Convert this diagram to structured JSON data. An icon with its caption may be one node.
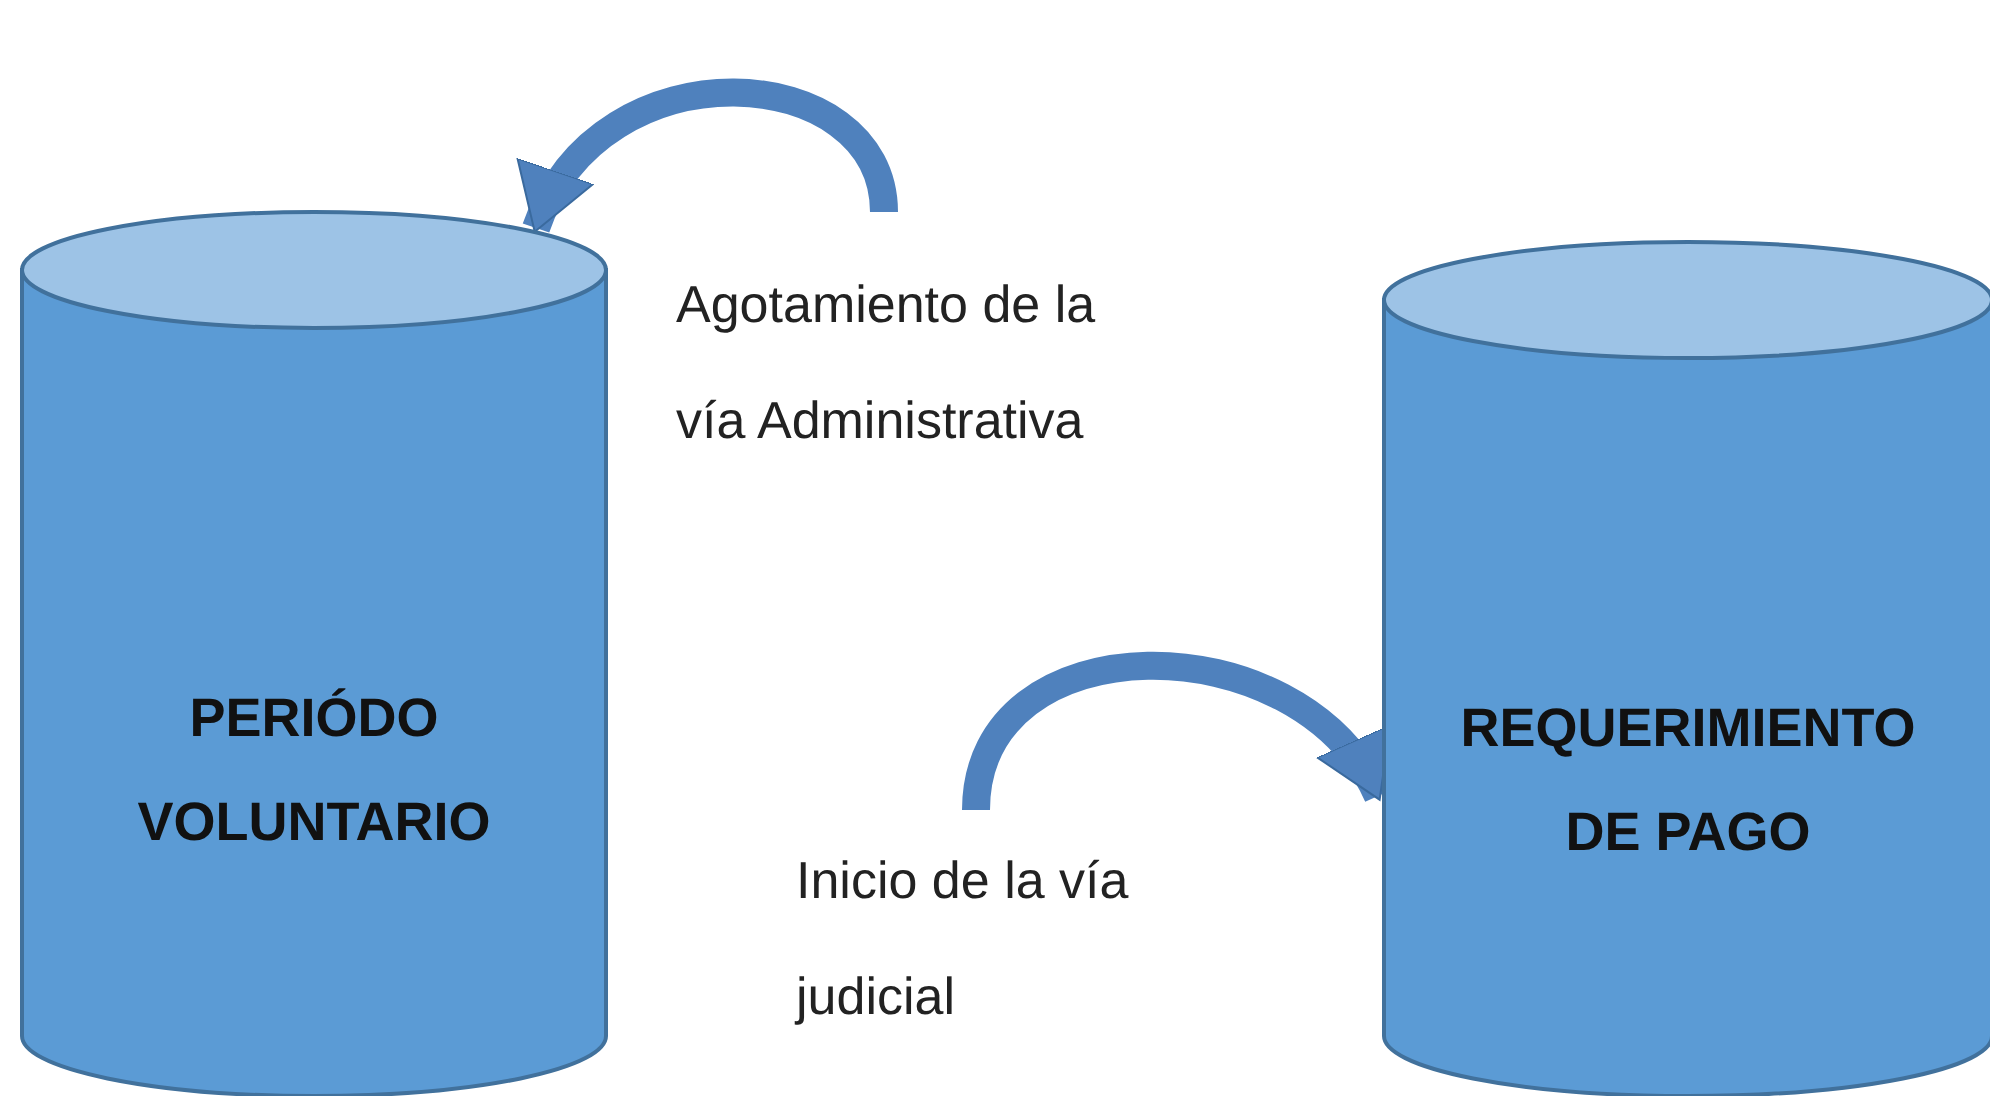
{
  "diagram": {
    "nodes": [
      {
        "text": [
          "PERIÓDO VOLUNTARIO"
        ]
      },
      {
        "text": [
          "REQUERIMIENTO DE PAGO"
        ]
      }
    ],
    "edges": [
      {
        "from": null,
        "to": 0,
        "arrow": "to",
        "label": "Agotamiento de la vía Administrativa"
      },
      {
        "from": null,
        "to": 1,
        "arrow": "to",
        "label": "Inicio de la vía judicial"
      }
    ]
  }
}
